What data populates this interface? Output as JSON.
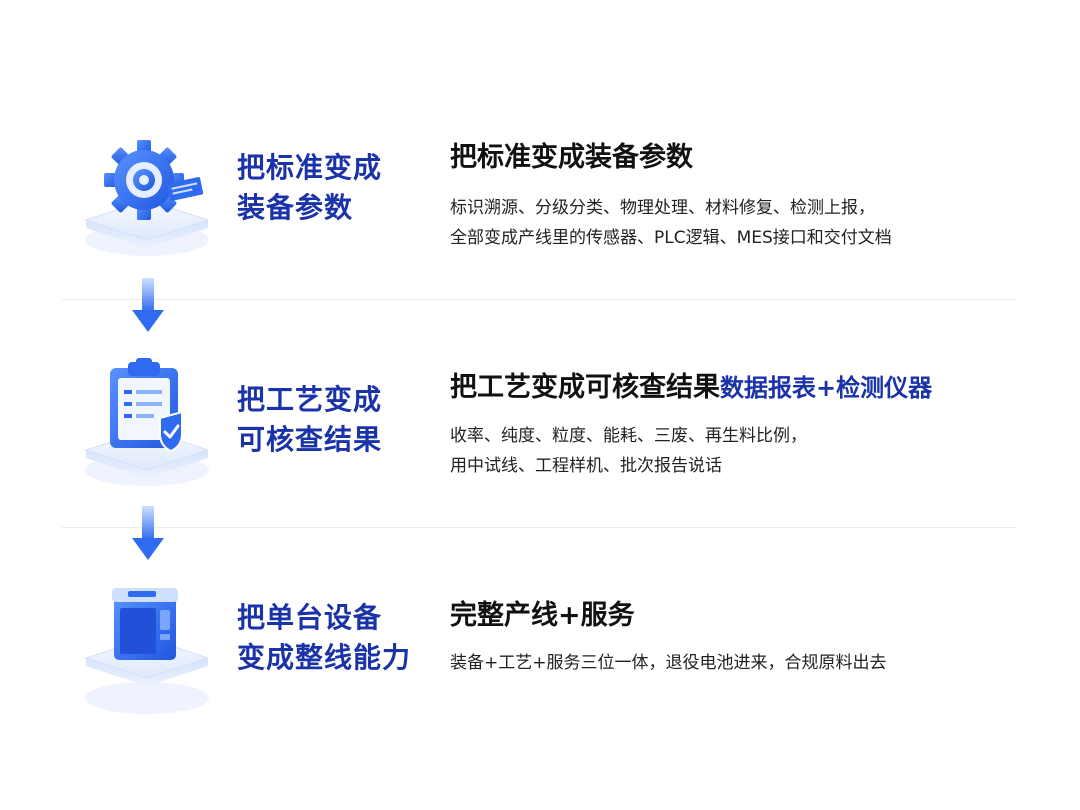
{
  "colors": {
    "accent": "#1a33a8",
    "icon_blue": "#2f6bf0",
    "divider": "#e8ebf0"
  },
  "steps": [
    {
      "icon": "gear-icon",
      "left_line1": "把标准变成",
      "left_line2": "装备参数",
      "title": "把标准变成装备参数",
      "title_accent": "",
      "desc_line1": "标识溯源、分级分类、物理处理、材料修复、检测上报，",
      "desc_line2": "全部变成产线里的传感器、PLC逻辑、MES接口和交付文档"
    },
    {
      "icon": "clipboard-check-icon",
      "left_line1": "把工艺变成",
      "left_line2": "可核查结果",
      "title": "把工艺变成可核查结果",
      "title_accent": "数据报表+检测仪器",
      "desc_line1": "收率、纯度、粒度、能耗、三废、再生料比例，",
      "desc_line2": "用中试线、工程样机、批次报告说话"
    },
    {
      "icon": "equipment-box-icon",
      "left_line1": "把单台设备",
      "left_line2": "变成整线能力",
      "title": "完整产线+服务",
      "title_accent": "",
      "desc_line1": "装备+工艺+服务三位一体，退役电池进来，合规原料出去",
      "desc_line2": ""
    }
  ]
}
